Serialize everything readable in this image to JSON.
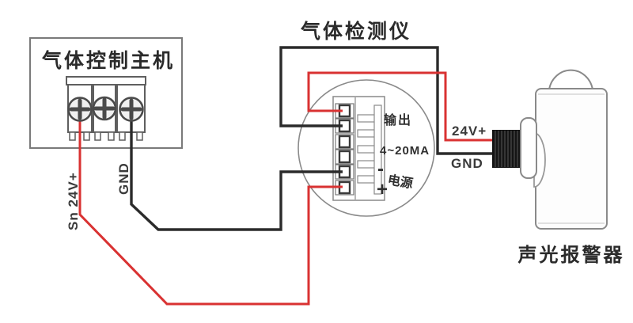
{
  "host": {
    "title": "气体控制主机",
    "wire_label_power": "Sn 24V+",
    "wire_label_gnd": "GND"
  },
  "detector": {
    "title": "气体检测仪",
    "label_output": "输出",
    "label_range": "4~20MA",
    "label_minus": "-",
    "label_power": "电源",
    "label_plus": "+"
  },
  "alarm": {
    "title": "声光报警器",
    "wire_label_power": "24V+",
    "wire_label_gnd": "GND"
  },
  "colors": {
    "wire_positive": "#d93232",
    "wire_ground": "#2b2b2b",
    "outline": "#6e6e6e",
    "thin_outline": "#8a8a8a"
  }
}
